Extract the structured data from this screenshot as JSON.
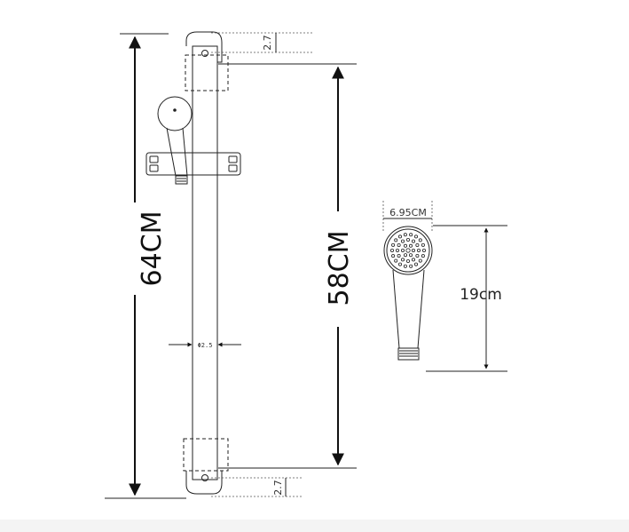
{
  "labels": {
    "total_height": "64CM",
    "bar_length": "58CM",
    "top_offset": "2.7",
    "bottom_offset": "2.7",
    "bar_diameter": "Φ2.5",
    "head_width": "6.95CM",
    "handset_length": "19cm"
  },
  "colors": {
    "line": "#222222",
    "background": "#ffffff"
  }
}
